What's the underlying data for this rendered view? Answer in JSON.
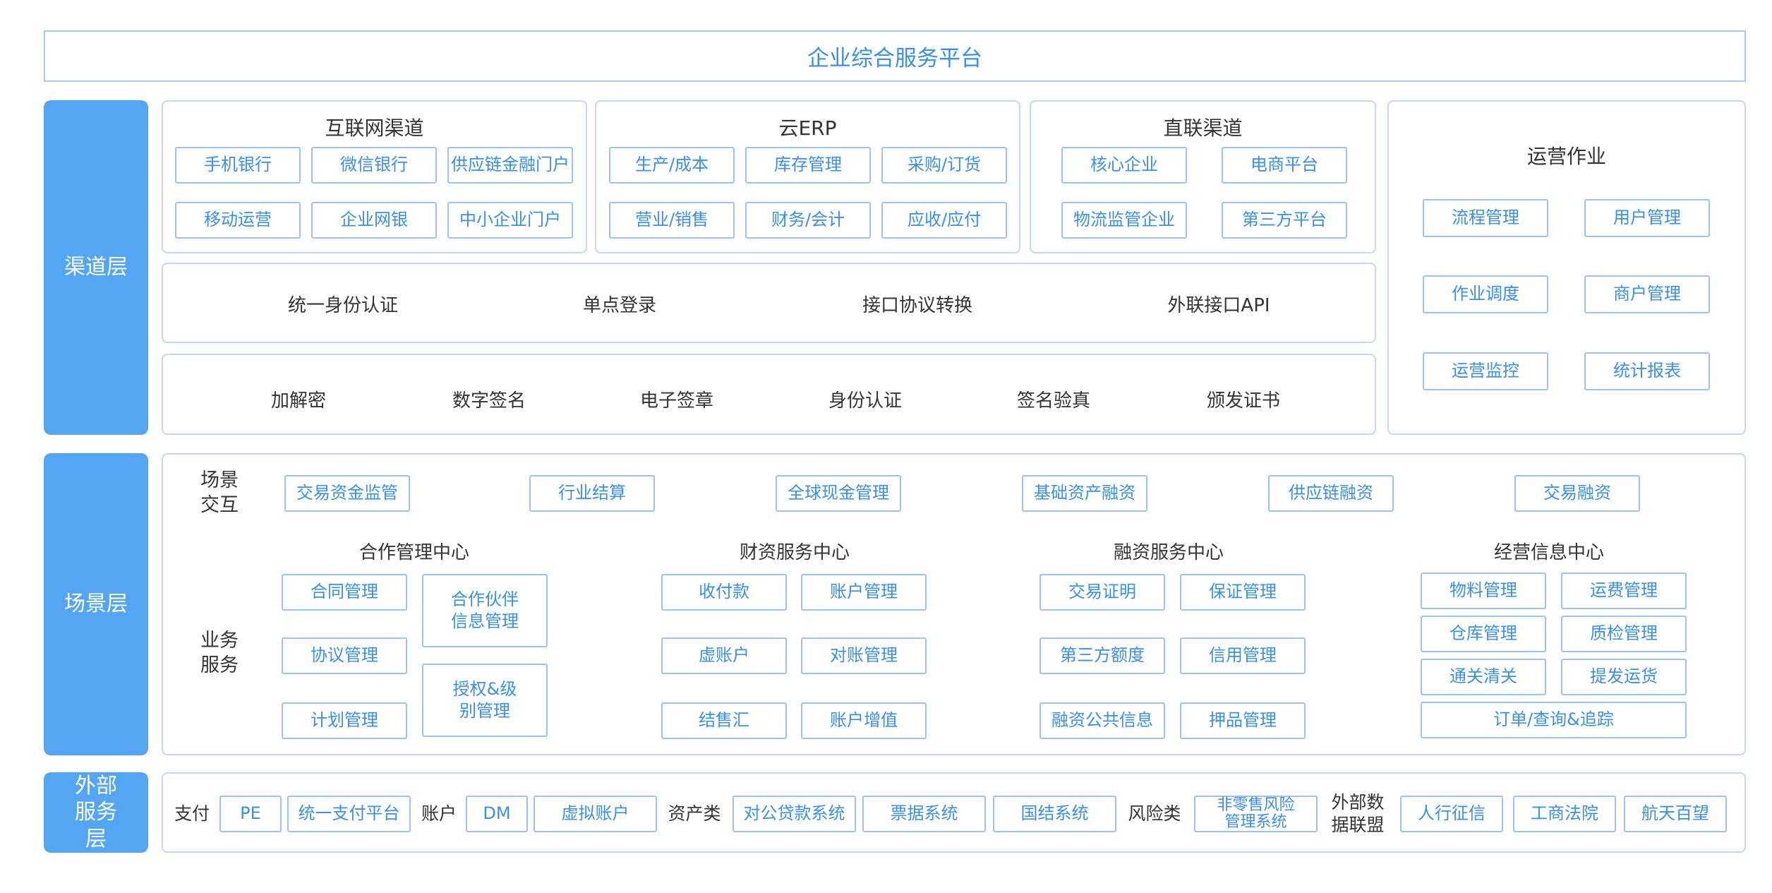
{
  "title": "企业综合服务平台",
  "layers": {
    "channel": "渠道层",
    "scene": "场景层",
    "external": "外部服务层"
  },
  "channel": {
    "internet": {
      "title": "互联网渠道",
      "items": [
        "手机银行",
        "微信银行",
        "供应链金融门户",
        "移动运营",
        "企业网银",
        "中小企业门户"
      ]
    },
    "erp": {
      "title": "云ERP",
      "items": [
        "生产/成本",
        "库存管理",
        "采购/订货",
        "营业/销售",
        "财务/会计",
        "应收/应付"
      ]
    },
    "direct": {
      "title": "直联渠道",
      "items": [
        "核心企业",
        "电商平台",
        "物流监管企业",
        "第三方平台"
      ]
    },
    "ops": {
      "title": "运营作业",
      "items": [
        "流程管理",
        "用户管理",
        "作业调度",
        "商户管理",
        "运营监控",
        "统计报表"
      ]
    },
    "auth_row": [
      "统一身份认证",
      "单点登录",
      "接口协议转换",
      "外联接口API"
    ],
    "security_row": [
      "加解密",
      "数字签名",
      "电子签章",
      "身份认证",
      "签名验真",
      "颁发证书"
    ]
  },
  "scene": {
    "interaction": {
      "label": "场景交互",
      "items": [
        "交易资金监管",
        "行业结算",
        "全球现金管理",
        "基础资产融资",
        "供应链融资",
        "交易融资"
      ]
    },
    "business_label": "业务服务",
    "cooperation": {
      "title": "合作管理中心",
      "items": [
        "合同管理",
        "合作伙伴信息管理",
        "协议管理",
        "授权&级别管理",
        "计划管理"
      ]
    },
    "treasury": {
      "title": "财资服务中心",
      "items": [
        "收付款",
        "账户管理",
        "虚账户",
        "对账管理",
        "结售汇",
        "账户增值"
      ]
    },
    "financing": {
      "title": "融资服务中心",
      "items": [
        "交易证明",
        "保证管理",
        "第三方额度",
        "信用管理",
        "融资公共信息",
        "押品管理"
      ]
    },
    "operation_info": {
      "title": "经营信息中心",
      "items": [
        "物料管理",
        "运费管理",
        "仓库管理",
        "质检管理",
        "通关清关",
        "提发运货",
        "订单/查询&追踪"
      ]
    }
  },
  "external": {
    "payment": {
      "label": "支付",
      "items": [
        "PE",
        "统一支付平台"
      ]
    },
    "account": {
      "label": "账户",
      "items": [
        "DM",
        "虚拟账户"
      ]
    },
    "asset": {
      "label": "资产类",
      "items": [
        "对公贷款系统",
        "票据系统",
        "国结系统"
      ]
    },
    "risk": {
      "label": "风险类",
      "items": [
        "非零售风险管理系统"
      ]
    },
    "data_alliance": {
      "label": "外部数据联盟",
      "items": [
        "人行征信",
        "工商法院",
        "航天百望"
      ]
    }
  }
}
